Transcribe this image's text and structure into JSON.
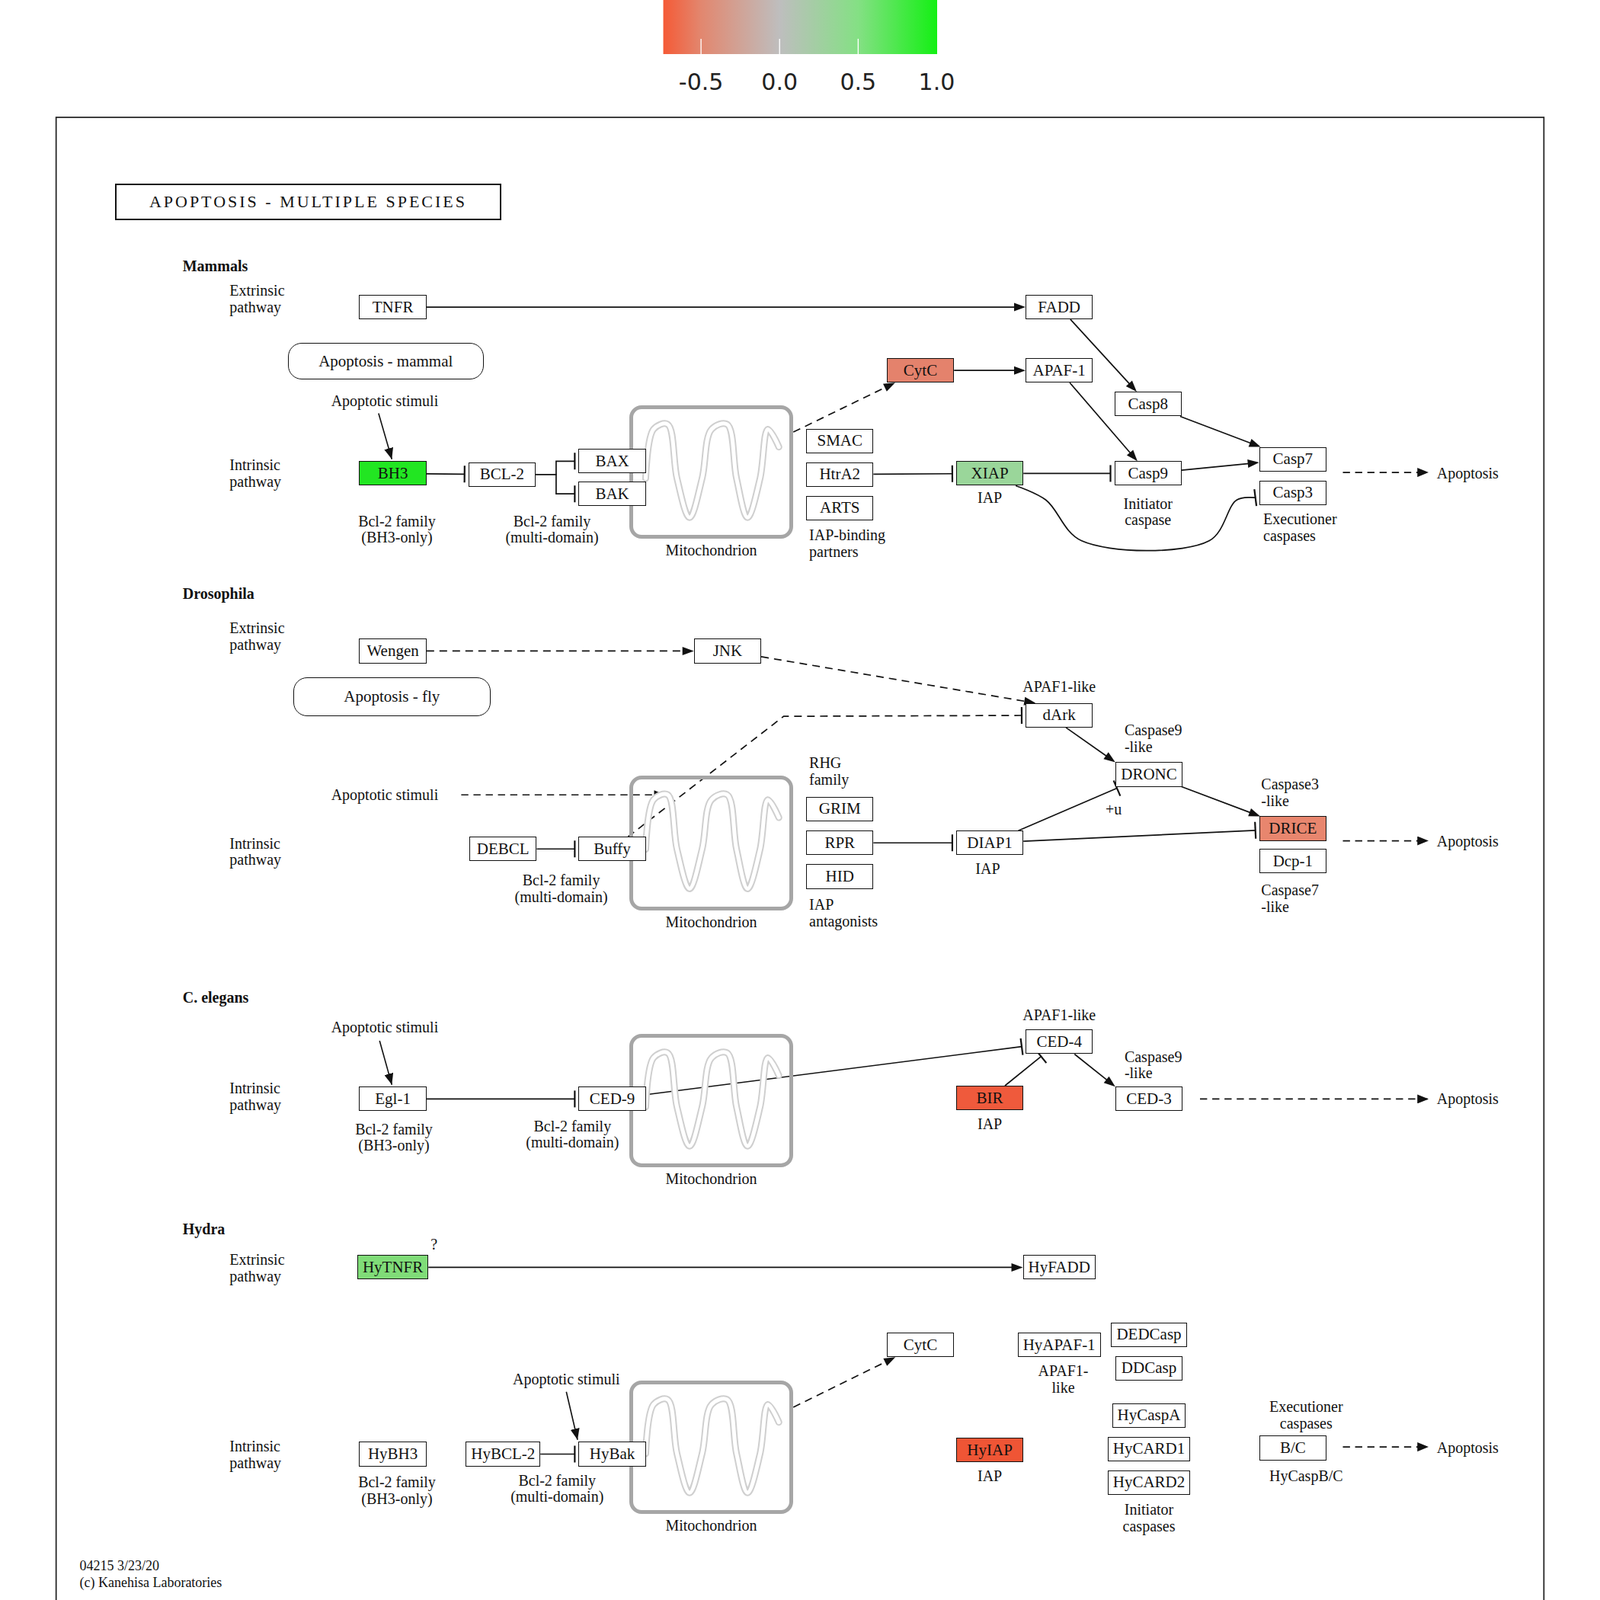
{
  "diagram": {
    "title": "APOPTOSIS - MULTIPLE SPECIES",
    "nodes": [
      {
        "text": [
          "TNFR"
        ]
      },
      {
        "text": [
          "FADD"
        ]
      },
      {
        "text": [
          "Apoptosis - mammal"
        ]
      },
      {
        "text": [
          "BH3"
        ]
      },
      {
        "text": [
          "BCL-2"
        ]
      },
      {
        "text": [
          "Mitochondrion"
        ]
      },
      {
        "text": [
          "BAX"
        ]
      },
      {
        "text": [
          "BAK"
        ]
      },
      {
        "text": [
          "CytC"
        ]
      },
      {
        "text": [
          "APAF-1"
        ]
      },
      {
        "text": [
          "Casp8"
        ]
      },
      {
        "text": [
          "SMAC"
        ]
      },
      {
        "text": [
          "HtrA2"
        ]
      },
      {
        "text": [
          "ARTS"
        ]
      },
      {
        "text": [
          "XIAP"
        ]
      },
      {
        "text": [
          "Casp9"
        ]
      },
      {
        "text": [
          "Casp7"
        ]
      },
      {
        "text": [
          "Casp3"
        ]
      },
      {
        "text": [
          "Wengen"
        ]
      },
      {
        "text": [
          "JNK"
        ]
      },
      {
        "text": [
          "Apoptosis - fly"
        ]
      },
      {
        "text": [
          "dArk"
        ]
      },
      {
        "text": [
          "DRONC"
        ]
      },
      {
        "text": [
          "Mitochondrion"
        ]
      },
      {
        "text": [
          "DEBCL"
        ]
      },
      {
        "text": [
          "Buffy"
        ]
      },
      {
        "text": [
          "GRIM"
        ]
      },
      {
        "text": [
          "RPR"
        ]
      },
      {
        "text": [
          "HID"
        ]
      },
      {
        "text": [
          "DIAP1"
        ]
      },
      {
        "text": [
          "DRICE"
        ]
      },
      {
        "text": [
          "Dcp-1"
        ]
      },
      {
        "text": [
          "CED-4"
        ]
      },
      {
        "text": [
          "Egl-1"
        ]
      },
      {
        "text": [
          "Mitochondrion"
        ]
      },
      {
        "text": [
          "CED-9"
        ]
      },
      {
        "text": [
          "BIR"
        ]
      },
      {
        "text": [
          "CED-3"
        ]
      },
      {
        "text": [
          "HyTNFR"
        ]
      },
      {
        "text": [
          "HyFADD"
        ]
      },
      {
        "text": [
          "CytC"
        ]
      },
      {
        "text": [
          "HyAPAF-1"
        ]
      },
      {
        "text": [
          "DEDCasp"
        ]
      },
      {
        "text": [
          "DDCasp"
        ]
      },
      {
        "text": [
          "HyCaspA"
        ]
      },
      {
        "text": [
          "HyBH3"
        ]
      },
      {
        "text": [
          "HyBCL-2"
        ]
      },
      {
        "text": [
          "Mitochondrion"
        ]
      },
      {
        "text": [
          "HyBak"
        ]
      },
      {
        "text": [
          "HyIAP"
        ]
      },
      {
        "text": [
          "HyCARD1"
        ]
      },
      {
        "text": [
          "HyCARD2"
        ]
      },
      {
        "text": [
          "B/C"
        ]
      }
    ],
    "edges": [
      {
        "from": 0,
        "to": 1,
        "arrow": "to"
      },
      {
        "from": 1,
        "to": 10,
        "arrow": "to"
      },
      {
        "from": 10,
        "to": 16,
        "arrow": "to"
      },
      {
        "from": 8,
        "to": 9,
        "arrow": "to"
      },
      {
        "from": 9,
        "to": 15,
        "arrow": "to"
      },
      {
        "from": 5,
        "to": 8,
        "arrow": "to"
      },
      {
        "from": 15,
        "to": 16,
        "arrow": "to"
      },
      {
        "from": 3,
        "to": 4,
        "arrow": "to"
      },
      {
        "from": 4,
        "to": 6,
        "arrow": "to"
      },
      {
        "from": 4,
        "to": 7,
        "arrow": "to"
      },
      {
        "from": 12,
        "to": 14,
        "arrow": "to"
      },
      {
        "from": 14,
        "to": 15,
        "arrow": "to"
      },
      {
        "from": 14,
        "to": 17,
        "arrow": "to"
      },
      {
        "from": 18,
        "to": 19,
        "arrow": "to"
      },
      {
        "from": 19,
        "to": 21,
        "arrow": "to"
      },
      {
        "from": 25,
        "to": 21,
        "arrow": "to"
      },
      {
        "from": 24,
        "to": 25,
        "arrow": "to"
      },
      {
        "from": 21,
        "to": 22,
        "arrow": "to"
      },
      {
        "from": 27,
        "to": 29,
        "arrow": "to"
      },
      {
        "from": 29,
        "to": 22,
        "arrow": "to",
        "label": "+u"
      },
      {
        "from": 29,
        "to": 30,
        "arrow": "to"
      },
      {
        "from": 22,
        "to": 30,
        "arrow": "to"
      },
      {
        "from": 33,
        "to": 35,
        "arrow": "to"
      },
      {
        "from": 35,
        "to": 32,
        "arrow": "to"
      },
      {
        "from": 36,
        "to": 32,
        "arrow": "to"
      },
      {
        "from": 32,
        "to": 37,
        "arrow": "to"
      },
      {
        "from": 38,
        "to": 39,
        "arrow": "to"
      },
      {
        "from": 47,
        "to": 40,
        "arrow": "to"
      },
      {
        "from": 46,
        "to": 48,
        "arrow": "to"
      }
    ],
    "labels": [
      "Mammals",
      "Extrinsic pathway",
      "Apoptotic stimuli",
      "Intrinsic pathway",
      "Bcl-2 family (BH3-only)",
      "Bcl-2 family (multi-domain)",
      "IAP-binding partners",
      "IAP",
      "Initiator caspase",
      "Executioner caspases",
      "Apoptosis",
      "Drosophila",
      "Extrinsic pathway",
      "APAF1-like",
      "Caspase9 -like",
      "RHG family",
      "Apoptotic stimuli",
      "Caspase3 -like",
      "Apoptosis",
      "Intrinsic pathway",
      "Bcl-2 family (multi-domain)",
      "IAP",
      "IAP antagonists",
      "Caspase7 -like",
      "C. elegans",
      "APAF1-like",
      "Apoptotic stimuli",
      "Caspase9 -like",
      "Intrinsic pathway",
      "Apoptosis",
      "IAP",
      "Bcl-2 family (BH3-only)",
      "Bcl-2 family (multi-domain)",
      "Hydra",
      "?",
      "Extrinsic pathway",
      "Apoptotic stimuli",
      "APAF1- like",
      "Executioner caspases",
      "Intrinsic pathway",
      "Apoptosis",
      "IAP",
      "HyCaspB/C",
      "Bcl-2 family (BH3-only)",
      "Bcl-2 family (multi-domain)",
      "Initiator caspases",
      "04215 3/23/20",
      "(c) Kanehisa Laboratories"
    ],
    "legend": [
      {
        "text": "-0.5",
        "color": "#e2876f"
      },
      {
        "text": "0.0",
        "color": "#bebebe"
      },
      {
        "text": "0.5",
        "color": "#84e084"
      },
      {
        "text": "1.0",
        "color": "#14f014"
      }
    ]
  }
}
